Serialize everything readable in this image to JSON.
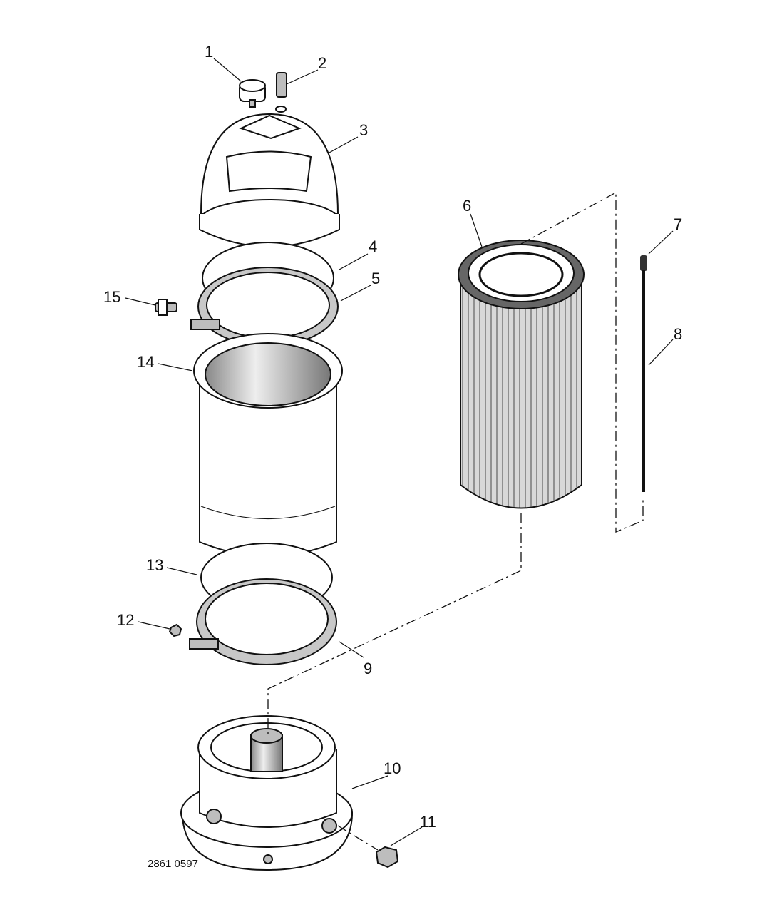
{
  "diagram": {
    "callouts": [
      "1",
      "2",
      "3",
      "4",
      "5",
      "6",
      "7",
      "8",
      "9",
      "10",
      "11",
      "12",
      "13",
      "14",
      "15"
    ],
    "drawing_number": "2861 0597"
  }
}
